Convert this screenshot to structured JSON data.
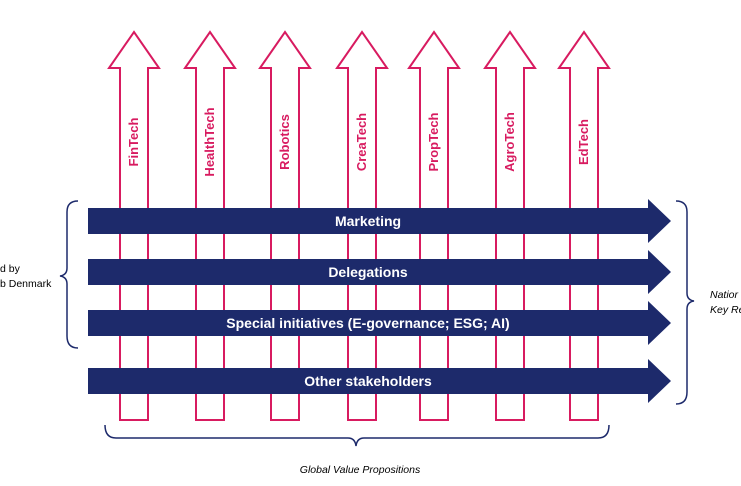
{
  "colors": {
    "vertical_arrow_stroke": "#d81b60",
    "vertical_label": "#d81b60",
    "horizontal_arrow_fill": "#1d2a6b",
    "horizontal_label": "#ffffff",
    "bracket": "#1d2a6b"
  },
  "vertical_arrows": [
    {
      "label": "FinTech"
    },
    {
      "label": "HealthTech"
    },
    {
      "label": "Robotics"
    },
    {
      "label": "CreaTech"
    },
    {
      "label": "PropTech"
    },
    {
      "label": "AgroTech"
    },
    {
      "label": "EdTech"
    }
  ],
  "horizontal_arrows": [
    {
      "label": "Marketing"
    },
    {
      "label": "Delegations"
    },
    {
      "label": "Special initiatives (E-governance; ESG; AI)"
    },
    {
      "label": "Other stakeholders"
    }
  ],
  "left_bracket_text": {
    "line1": "d by",
    "line2": "b Denmark"
  },
  "right_bracket_text": {
    "line1": "Natior",
    "line2": "Key Re"
  },
  "bottom_bracket_text": "Global Value Propositions"
}
